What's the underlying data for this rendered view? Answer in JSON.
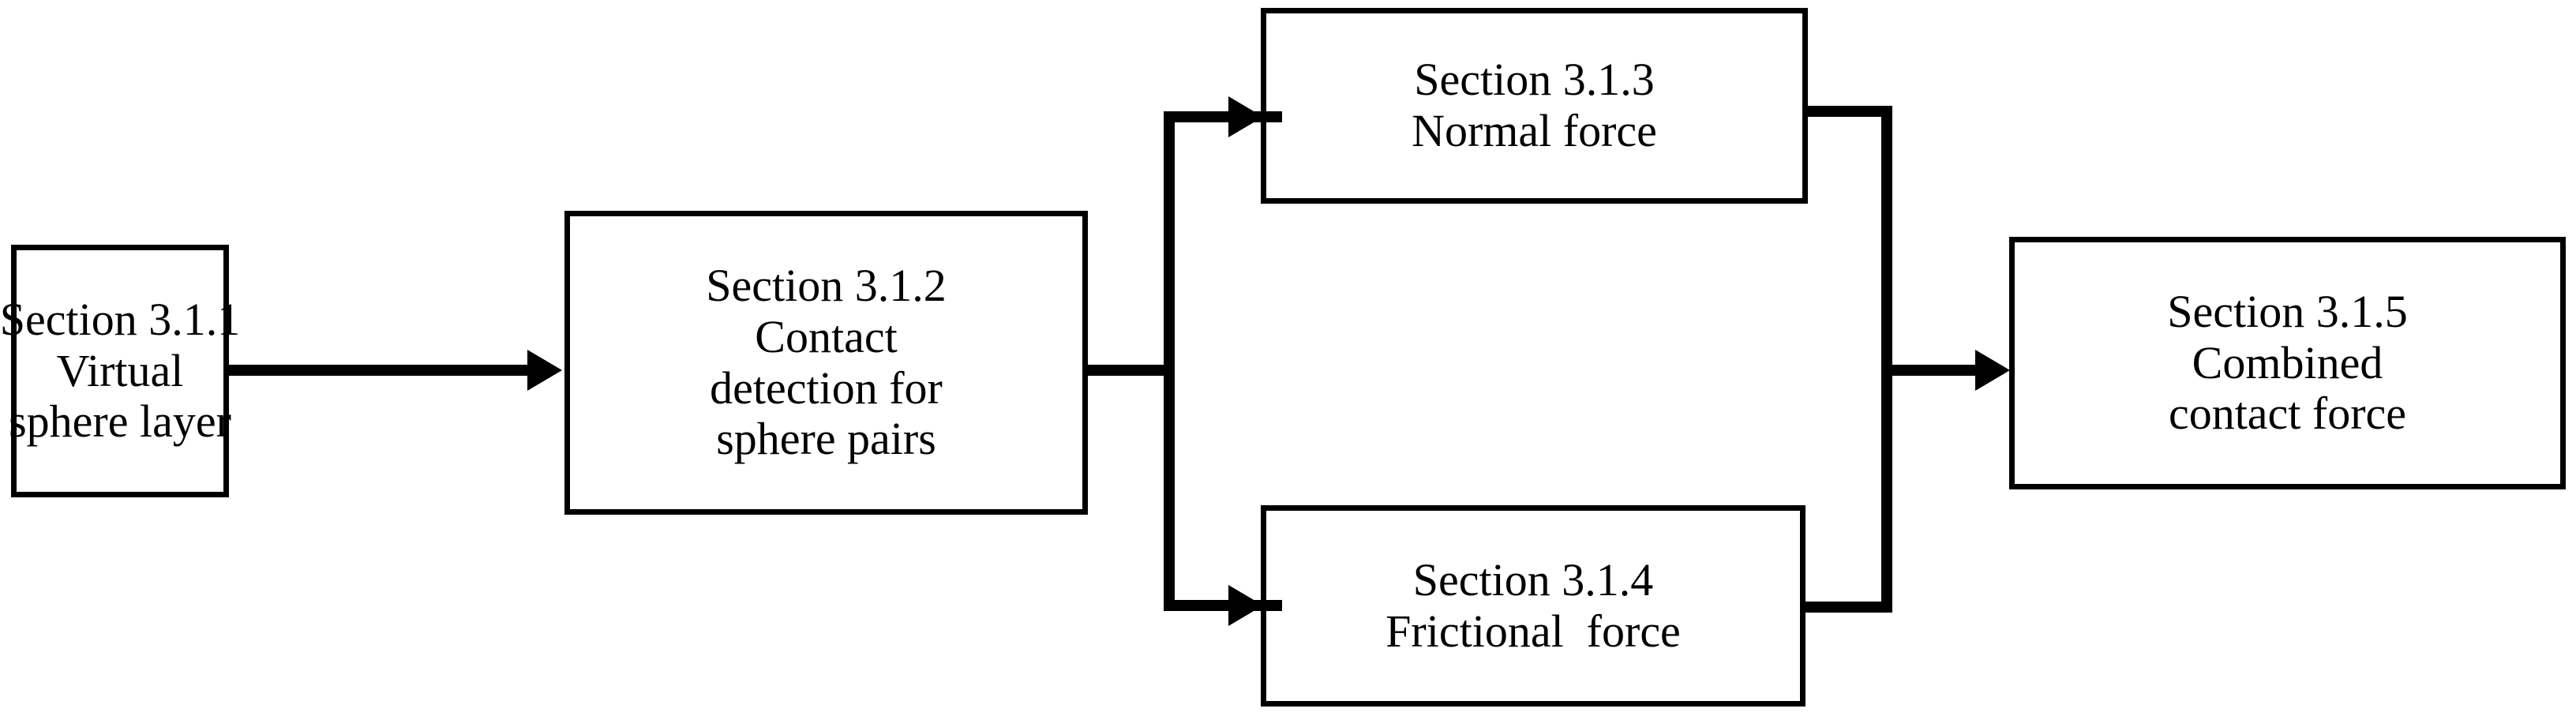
{
  "diagram": {
    "title": "Contact force modelling workflow",
    "type": "flowchart",
    "orientation": "left-to-right",
    "background_color": "#ffffff",
    "line_color": "#000000",
    "text_color": "#000000",
    "nodes": [
      {
        "id": "node-1",
        "lines": [
          "Section 3.1.1",
          "Virtual",
          "sphere layer"
        ],
        "text": "Section 3.1.1 Virtual sphere layer"
      },
      {
        "id": "node-2",
        "lines": [
          "Section 3.1.2",
          "Contact",
          "detection for",
          "sphere pairs"
        ],
        "text": "Section 3.1.2 Contact detection for sphere pairs"
      },
      {
        "id": "node-3",
        "lines": [
          "Section 3.1.3",
          "Normal force"
        ],
        "text": "Section 3.1.3 Normal force"
      },
      {
        "id": "node-4",
        "lines": [
          "Section 3.1.4",
          "Frictional  force"
        ],
        "text": "Section 3.1.4 Frictional  force"
      },
      {
        "id": "node-5",
        "lines": [
          "Section 3.1.5",
          "Combined",
          "contact force"
        ],
        "text": "Section 3.1.5 Combined contact force"
      }
    ],
    "edges": [
      {
        "id": "edge-1-2",
        "from": "node-1",
        "to": "node-2",
        "label": ""
      },
      {
        "id": "edge-2-3",
        "from": "node-2",
        "to": "node-3",
        "label": ""
      },
      {
        "id": "edge-2-4",
        "from": "node-2",
        "to": "node-4",
        "label": ""
      },
      {
        "id": "edge-3-5",
        "from": "node-3",
        "to": "node-5",
        "label": ""
      },
      {
        "id": "edge-4-5",
        "from": "node-4",
        "to": "node-5",
        "label": ""
      }
    ]
  }
}
